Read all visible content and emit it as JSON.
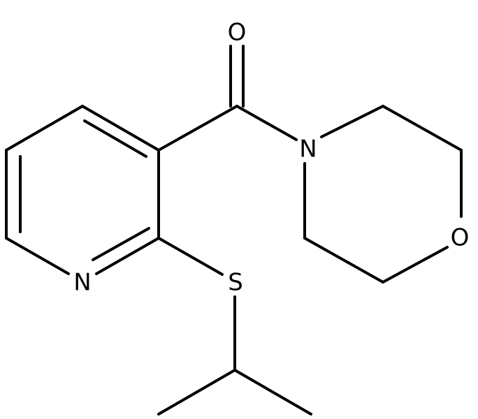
{
  "molecule": {
    "atoms": {
      "carbonyl_oxygen": "O",
      "amide_nitrogen": "N",
      "ring_oxygen": "O",
      "pyridine_nitrogen": "N",
      "sulfur": "S"
    }
  },
  "colors": {
    "background": "#ffffff",
    "bond": "#000000",
    "label": "#000000"
  }
}
